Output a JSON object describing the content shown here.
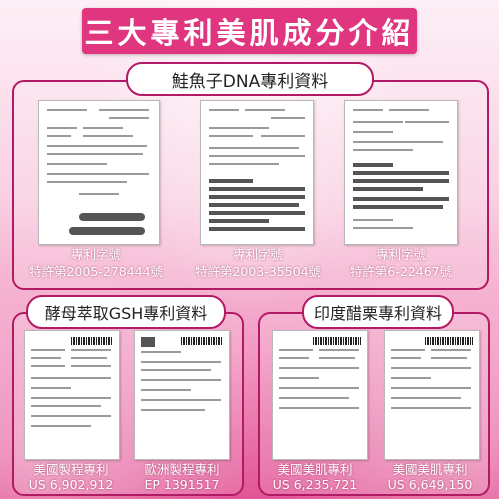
{
  "title": "三大專利美肌成分介紹",
  "sections": [
    {
      "label": "鮭魚子DNA專利資料",
      "docs": [
        {
          "line1": "專利字號",
          "line2": "特許第2005-278444號"
        },
        {
          "line1": "專利字號",
          "line2": "特許第2003-35504號"
        },
        {
          "line1": "專利字號",
          "line2": "特許第6-22467號"
        }
      ]
    },
    {
      "label": "酵母萃取GSH專利資料",
      "docs": [
        {
          "line1": "美國製程專利",
          "line2": "US 6,902,912"
        },
        {
          "line1": "歐洲製程專利",
          "line2": "EP 1391517"
        }
      ]
    },
    {
      "label": "印度醋栗專利資料",
      "docs": [
        {
          "line1": "美國美肌專利",
          "line2": "US 6,235,721"
        },
        {
          "line1": "美國美肌專利",
          "line2": "US 6,649,150"
        }
      ]
    }
  ]
}
